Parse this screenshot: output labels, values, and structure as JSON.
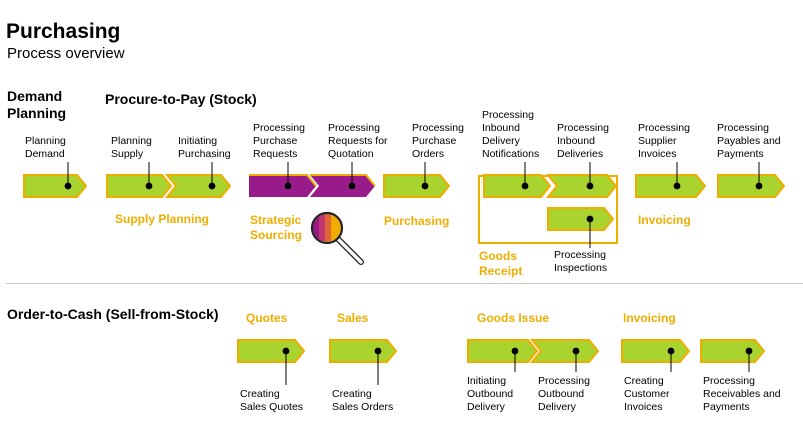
{
  "header": {
    "title": "Purchasing",
    "subtitle": "Process overview"
  },
  "sections": {
    "demand_planning": "Demand\nPlanning",
    "procure_to_pay": "Procure-to-Pay (Stock)",
    "order_to_cash": "Order-to-Cash (Sell-from-Stock)"
  },
  "steps": {
    "planning_demand": "Planning\nDemand",
    "planning_supply": "Planning\nSupply",
    "initiating_purchasing": "Initiating\nPurchasing",
    "processing_purchase_requests": "Processing\nPurchase\nRequests",
    "processing_requests_for_quotation": "Processing\nRequests for\nQuotation",
    "processing_purchase_orders": "Processing\nPurchase\nOrders",
    "processing_inbound_delivery_notifications": "Processing\nInbound\nDelivery\nNotifications",
    "processing_inbound_deliveries": "Processing\nInbound\nDeliveries",
    "processing_inspections": "Processing\nInspections",
    "processing_supplier_invoices": "Processing\nSupplier\nInvoices",
    "processing_payables_and_payments": "Processing\nPayables and\nPayments",
    "creating_sales_quotes": "Creating\nSales Quotes",
    "creating_sales_orders": "Creating\nSales Orders",
    "initiating_outbound_delivery": "Initiating\nOutbound\nDelivery",
    "processing_outbound_delivery": "Processing\nOutbound\nDelivery",
    "creating_customer_invoices": "Creating\nCustomer\nInvoices",
    "processing_receivables_and_payments": "Processing\nReceivables and\nPayments"
  },
  "groups": {
    "supply_planning": "Supply Planning",
    "strategic_sourcing": "Strategic\nSourcing",
    "purchasing": "Purchasing",
    "goods_receipt": "Goods\nReceipt",
    "invoicing_p2p": "Invoicing",
    "quotes": "Quotes",
    "sales": "Sales",
    "goods_issue": "Goods Issue",
    "invoicing_o2c": "Invoicing"
  },
  "colors": {
    "step_fill": "#a9d430",
    "step_border": "#f0ad00",
    "highlight_fill": "#991a8b",
    "group_label": "#f0ad00",
    "divider": "#c8c8c8",
    "magnifier_icon": "magnifier-icon"
  }
}
